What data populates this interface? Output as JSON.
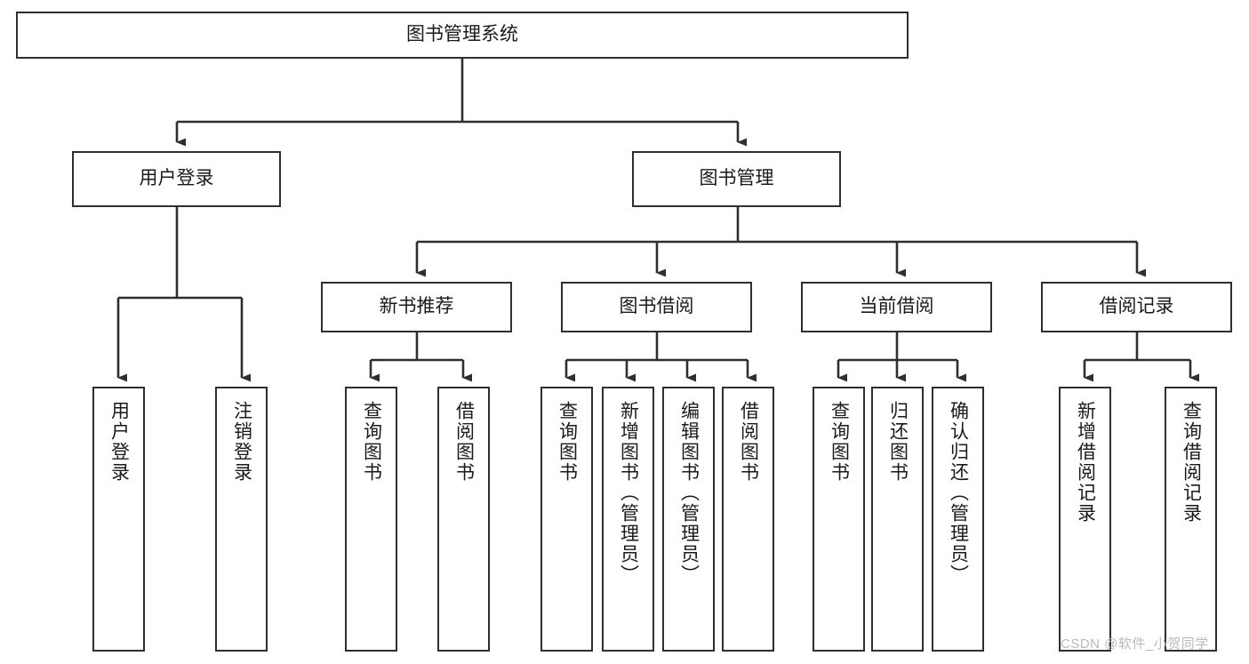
{
  "diagram": {
    "title": "图书管理系统",
    "type": "tree-hierarchy",
    "root": {
      "label": "图书管理系统"
    },
    "level2": [
      {
        "label": "用户登录"
      },
      {
        "label": "图书管理"
      }
    ],
    "level3": [
      {
        "label": "新书推荐"
      },
      {
        "label": "图书借阅"
      },
      {
        "label": "当前借阅"
      },
      {
        "label": "借阅记录"
      }
    ],
    "leaves": {
      "user_login": [
        {
          "label": "用户登录"
        },
        {
          "label": "注销登录"
        }
      ],
      "new_book_recommend": [
        {
          "label": "查询图书"
        },
        {
          "label": "借阅图书"
        }
      ],
      "book_borrow": [
        {
          "label": "查询图书"
        },
        {
          "label": "新增图书（管理员）"
        },
        {
          "label": "编辑图书（管理员）"
        },
        {
          "label": "借阅图书"
        }
      ],
      "current_borrow": [
        {
          "label": "查询图书"
        },
        {
          "label": "归还图书"
        },
        {
          "label": "确认归还（管理员）"
        }
      ],
      "borrow_record": [
        {
          "label": "新增借阅记录"
        },
        {
          "label": "查询借阅记录"
        }
      ]
    }
  },
  "watermark": {
    "text": "CSDN @软件_小贺同学"
  },
  "colors": {
    "stroke": "#2f2f2f",
    "box_fill": "#ffffff",
    "text": "#1a1a1a",
    "watermark": "#b9b9b9",
    "background": "#ffffff"
  }
}
